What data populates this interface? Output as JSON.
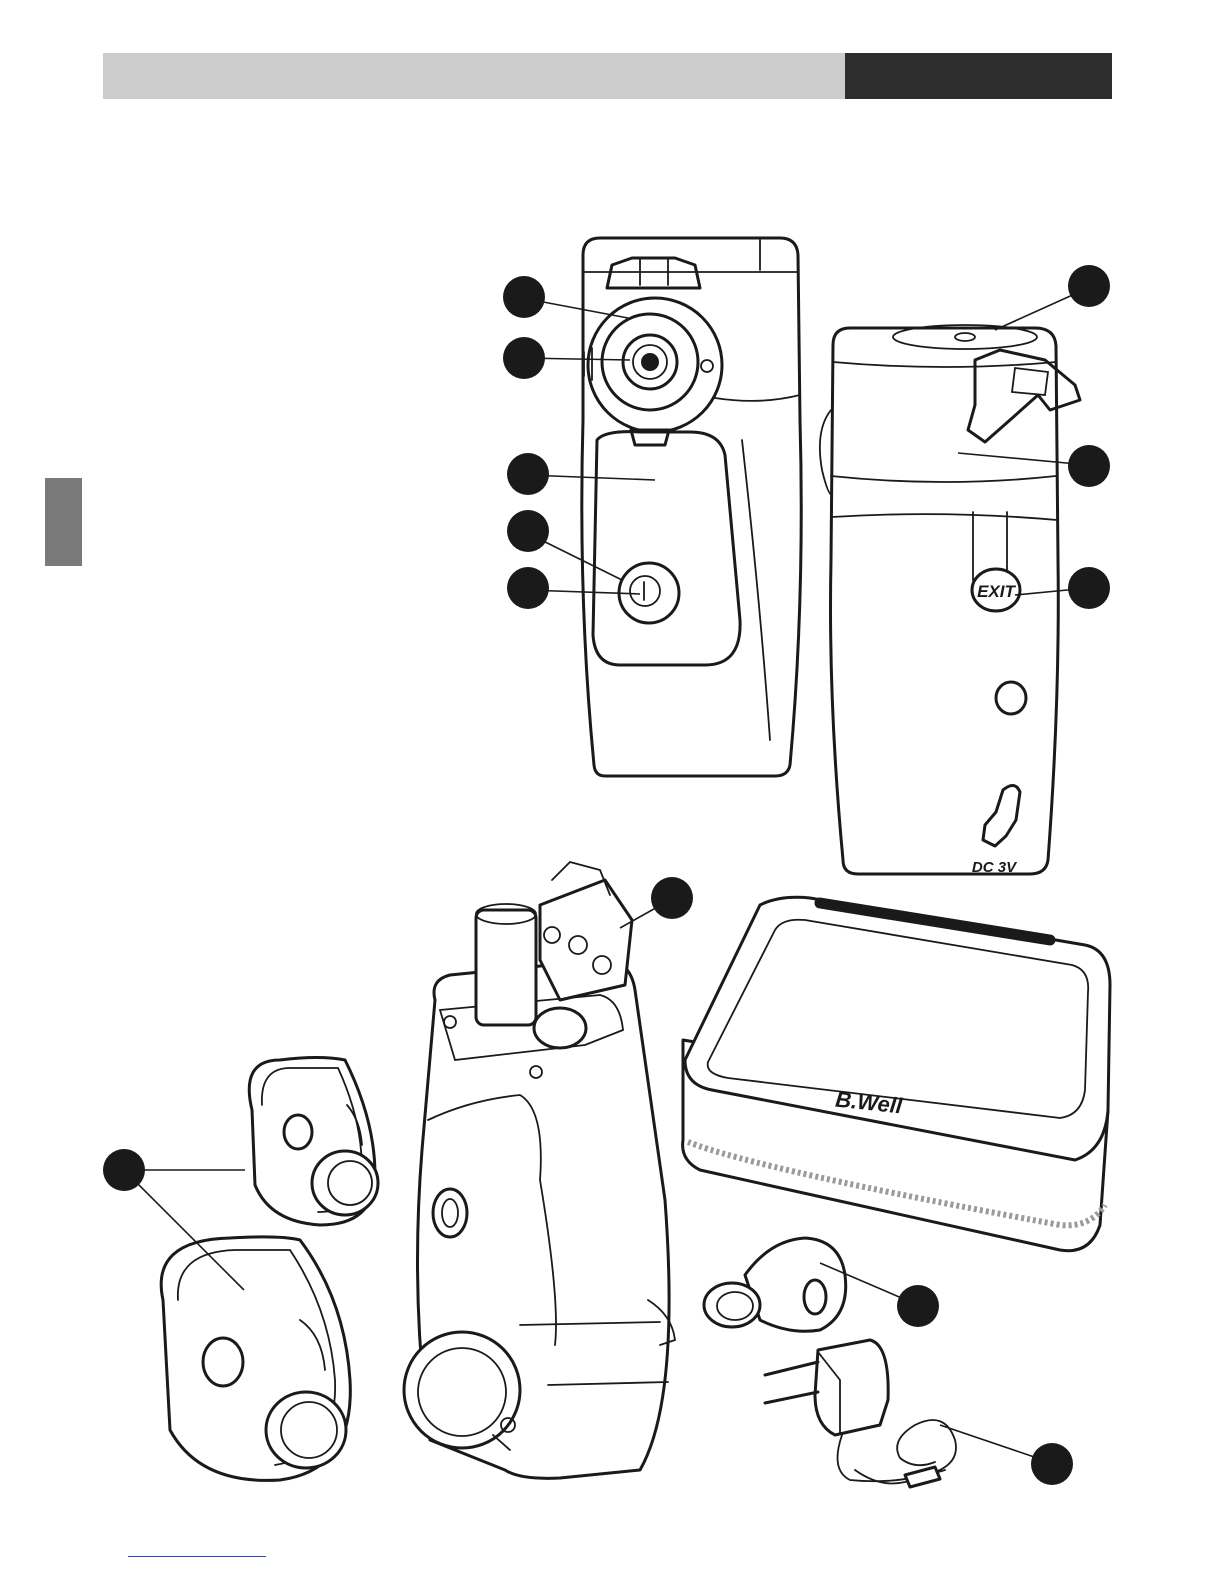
{
  "colors": {
    "header_light": "#cccccc",
    "header_dark": "#2d2d2d",
    "side_tab": "#7a7a7a",
    "ink": "#1a1a1a",
    "footer_link": "#2b3fd6"
  },
  "product_markings": {
    "exit_button": "EXIT",
    "dc_input": "DC 3V",
    "case_logo": "B.Well"
  },
  "callout_count": 12
}
